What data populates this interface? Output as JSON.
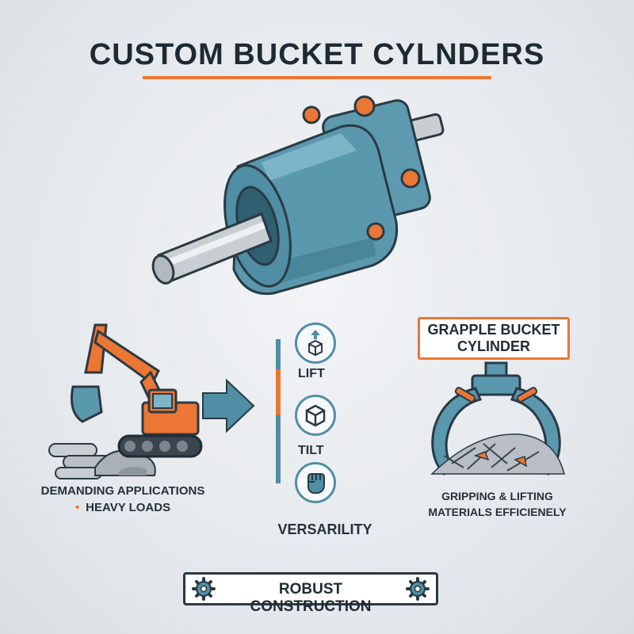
{
  "header": {
    "title": "Custom Bucket Cylnders"
  },
  "left_panel": {
    "caption_line1": "Demanding Applications",
    "caption_line2": "Heavy Loads",
    "illustration_icon": "excavator-icon",
    "arrow_icon": "arrow-right-icon"
  },
  "center_panel": {
    "features": [
      {
        "label": "Lift",
        "icon": "box-up-arrow-icon"
      },
      {
        "label": "Tilt",
        "icon": "cube-icon"
      },
      {
        "label": "",
        "icon": "fist-icon"
      }
    ],
    "caption": "Versarility"
  },
  "right_panel": {
    "box_title_line1": "Grapple Bucket",
    "box_title_line2": "Cylinder",
    "caption_line1": "Gripping & Lifting",
    "caption_line2": "Materials Efficienely",
    "illustration_icon": "grapple-icon"
  },
  "footer": {
    "banner_text": "Robust Construction",
    "left_icon": "gear-icon",
    "right_icon": "gear-icon"
  },
  "colors": {
    "accent": "#ec7633",
    "steel_blue": "#4f8ea4",
    "dark": "#1f2b33",
    "background": "#e6e9ec"
  }
}
